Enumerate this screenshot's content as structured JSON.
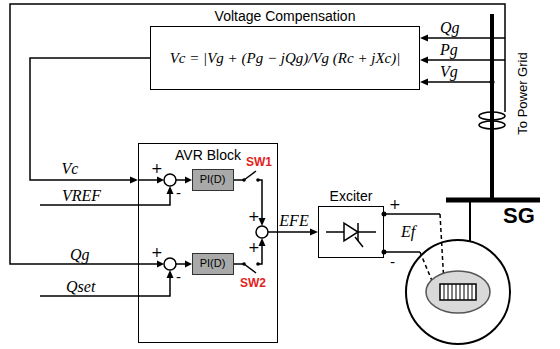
{
  "diagram": {
    "nodes": [
      {
        "text": [
          "Voltage Compensation",
          "Vc = |Vg + (Pg − jQg)/Vg (Rc + jXc)|"
        ]
      },
      {
        "text": [
          "AVR Block"
        ]
      },
      {
        "text": [
          "PI(D)"
        ],
        "in": 1
      },
      {
        "text": [
          "PI(D)"
        ],
        "in": 1
      },
      {
        "text": [
          "Exciter"
        ]
      }
    ],
    "edges": [
      {
        "from": 0,
        "to": 1,
        "arrow": "to",
        "label": "Vc"
      },
      {
        "from": 1,
        "to": 4,
        "arrow": "to",
        "label": "EFE"
      }
    ],
    "labels": [
      "Qg",
      "Pg",
      "Vg",
      "To Power Grid",
      "SG",
      "VREF",
      "Qg",
      "Qset",
      "+",
      "-",
      "+",
      "-",
      "+",
      "+",
      "SW1",
      "SW2",
      "+",
      "-",
      "Ef"
    ]
  }
}
